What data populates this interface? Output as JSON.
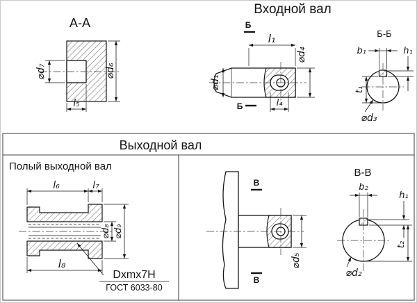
{
  "page": {
    "background": "#ffffff",
    "ink": "#141414"
  },
  "aa_view": {
    "title": "А-А",
    "dim_d7": "⌀d₇",
    "dim_d6": "⌀d₆",
    "dim_l5": "l₅"
  },
  "input_shaft": {
    "title": "Входной вал",
    "cut_label": "Б",
    "dim_l1": "l₁",
    "dim_d1": "⌀d₁",
    "dim_d4": "⌀d₄",
    "dim_l4": "l₄"
  },
  "section_bb": {
    "title": "Б-Б",
    "dim_b1": "b₁",
    "dim_h1": "h₁",
    "dim_t1": "t₁",
    "dim_d3": "⌀d₃"
  },
  "output_box": {
    "title": "Выходной вал",
    "hollow": {
      "title": "Полый выходной вал",
      "dim_l6": "l₆",
      "dim_l7": "l₇",
      "dim_d8": "⌀d₈",
      "dim_d9": "⌀d₉",
      "dim_l8": "l₈",
      "spline_designation": "Dxmx7H",
      "spline_standard": "ГОСТ 6033-80"
    },
    "shaft": {
      "cut_label": "В",
      "dim_d5": "⌀d₅"
    },
    "section_vv": {
      "title": "В-В",
      "dim_b2": "b₂",
      "dim_h1": "h₁",
      "dim_t2": "t₂",
      "dim_d2": "⌀d₂"
    }
  }
}
